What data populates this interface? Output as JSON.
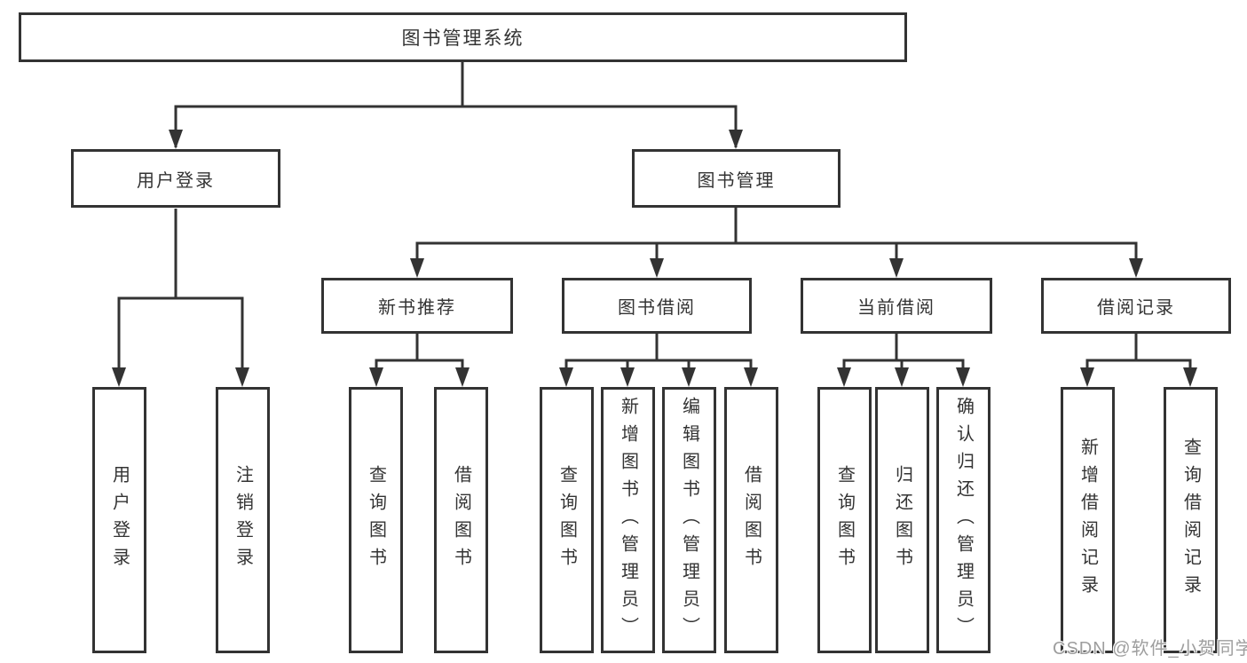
{
  "colors": {
    "line": "#333333",
    "box_border": "#333333",
    "box_fill": "#ffffff",
    "text": "#333333",
    "background": "#ffffff",
    "watermark_text": "#9e9e9e"
  },
  "watermark": {
    "label": "CSDN @软件_小贺同学"
  },
  "tree": {
    "root": {
      "label": "图书管理系统"
    },
    "branches": [
      {
        "label": "用户登录",
        "children": [
          {
            "label": "用户登录"
          },
          {
            "label": "注销登录"
          }
        ]
      },
      {
        "label": "图书管理",
        "sections": [
          {
            "label": "新书推荐",
            "children": [
              {
                "label": "查询图书"
              },
              {
                "label": "借阅图书"
              }
            ]
          },
          {
            "label": "图书借阅",
            "children": [
              {
                "label": "查询图书"
              },
              {
                "label": "新增图书（管理员）"
              },
              {
                "label": "编辑图书（管理员）"
              },
              {
                "label": "借阅图书"
              }
            ]
          },
          {
            "label": "当前借阅",
            "children": [
              {
                "label": "查询图书"
              },
              {
                "label": "归还图书"
              },
              {
                "label": "确认归还（管理员）"
              }
            ]
          },
          {
            "label": "借阅记录",
            "children": [
              {
                "label": "新增借阅记录"
              },
              {
                "label": "查询借阅记录"
              }
            ]
          }
        ]
      }
    ]
  }
}
